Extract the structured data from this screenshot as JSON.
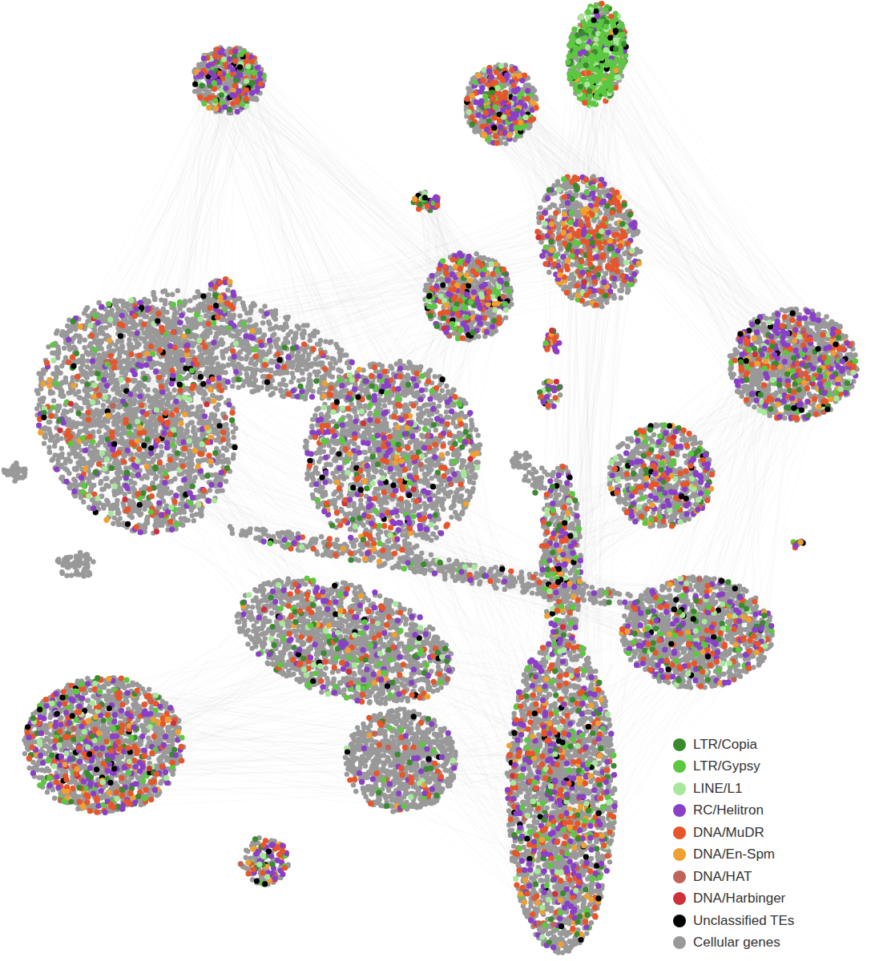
{
  "diagram": {
    "legend": [
      {
        "text": "LTR/Copia",
        "color": "#3a8a2e"
      },
      {
        "text": "LTR/Gypsy",
        "color": "#5cc840"
      },
      {
        "text": "LINE/L1",
        "color": "#a8e89a"
      },
      {
        "text": "RC/Helitron",
        "color": "#8a3fc8"
      },
      {
        "text": "DNA/MuDR",
        "color": "#e8552a"
      },
      {
        "text": "DNA/En-Spm",
        "color": "#f0a030"
      },
      {
        "text": "DNA/HAT",
        "color": "#c0645a"
      },
      {
        "text": "DNA/Harbinger",
        "color": "#d0303a"
      },
      {
        "text": "Unclassified TEs",
        "color": "#000000"
      },
      {
        "text": "Cellular genes",
        "color": "#999999"
      }
    ]
  }
}
